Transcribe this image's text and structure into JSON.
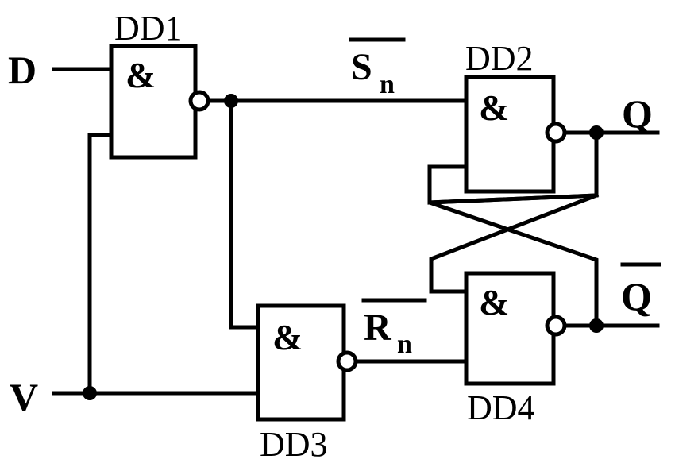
{
  "inputs": {
    "d": "D",
    "v": "V"
  },
  "outputs": {
    "q": "Q",
    "q_bar": "Q"
  },
  "signals": {
    "s": {
      "main": "S",
      "sub": "n"
    },
    "r": {
      "main": "R",
      "sub": "n"
    }
  },
  "gates": [
    {
      "name": "DD1",
      "symbol": "&"
    },
    {
      "name": "DD2",
      "symbol": "&"
    },
    {
      "name": "DD3",
      "symbol": "&"
    },
    {
      "name": "DD4",
      "symbol": "&"
    }
  ]
}
